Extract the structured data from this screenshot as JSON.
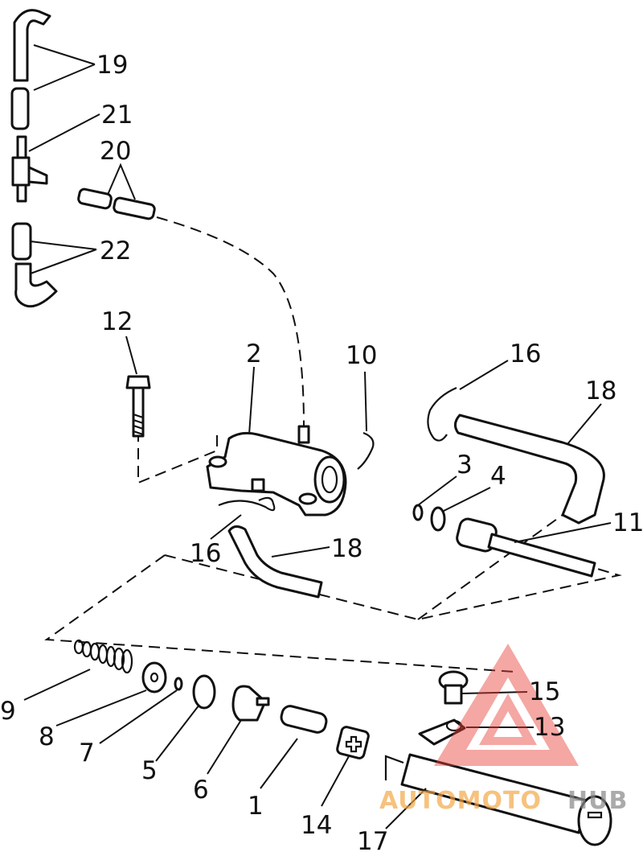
{
  "callouts": {
    "c19": "19",
    "c21": "21",
    "c20": "20",
    "c22": "22",
    "c12": "12",
    "c2": "2",
    "c10": "10",
    "c16a": "16",
    "c18a": "18",
    "c3": "3",
    "c4": "4",
    "c11": "11",
    "c16b": "16",
    "c18b": "18",
    "c9": "9",
    "c8": "8",
    "c7": "7",
    "c5": "5",
    "c6": "6",
    "c1": "1",
    "c14": "14",
    "c15": "15",
    "c13": "13",
    "c17": "17"
  },
  "watermark": {
    "part1": "AUTOMOTO",
    "part2": "HUB",
    "colors": {
      "accent": "#e8413a",
      "orange": "#f3a641",
      "gray": "#8a8a8a"
    }
  }
}
